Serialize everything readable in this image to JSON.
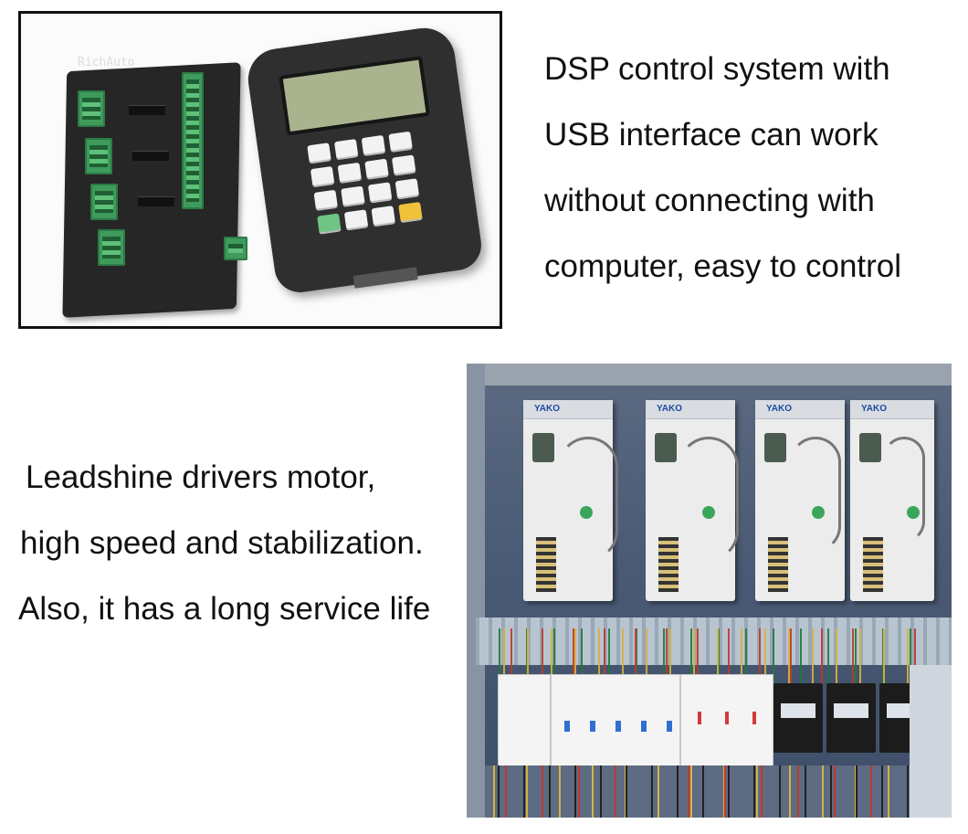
{
  "dsp_photo": {
    "board_label": "RichAuto"
  },
  "dsp_caption": {
    "lines": [
      "DSP control system with",
      "USB interface can work",
      "without connecting with",
      "computer, easy to control"
    ]
  },
  "drivers_caption": {
    "lines": [
      "Leadshine drivers motor,",
      "high speed and stabilization.",
      "Also, it has a long service life"
    ]
  },
  "cabinet_photo": {
    "driver_brand": "YAKO"
  },
  "colors": {
    "terminal_green": "#3e9b5b",
    "cabinet_blue": "#4a5a74",
    "breaker_blue": "#2f6fd1",
    "breaker_red": "#d23a3a"
  }
}
